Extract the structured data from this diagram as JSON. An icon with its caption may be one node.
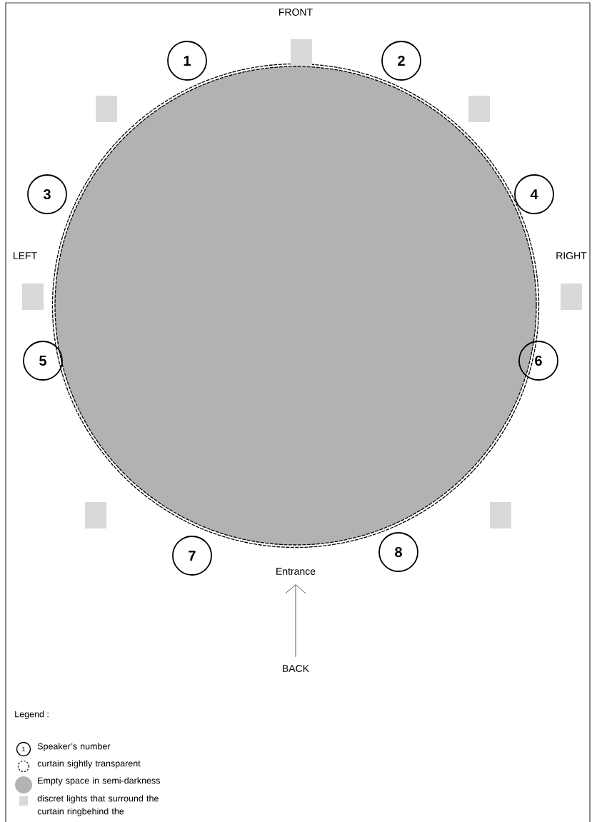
{
  "diagram": {
    "nodes": [
      {
        "text": [
          "1"
        ]
      },
      {
        "text": [
          "2"
        ]
      },
      {
        "text": [
          "3"
        ]
      },
      {
        "text": [
          "4"
        ]
      },
      {
        "text": [
          "5"
        ]
      },
      {
        "text": [
          "6"
        ]
      },
      {
        "text": [
          "7"
        ]
      },
      {
        "text": [
          "8"
        ]
      },
      {
        "text": [
          "Entrance"
        ]
      },
      {
        "text": [
          "BACK"
        ]
      }
    ],
    "edges": [
      {
        "from": 9,
        "to": 8,
        "arrow": "to"
      }
    ],
    "labels": [
      "FRONT",
      "LEFT",
      "RIGHT",
      "Legend :",
      "1"
    ],
    "legend": [
      {
        "text": "Speaker’s number"
      },
      {
        "text": "curtain sightly transparent"
      },
      {
        "text": "Empty space in semi-darkness",
        "color": "#b3b3b3"
      },
      {
        "text": "discret lights that surround the curtain ringbehind the",
        "color": "#d9d9d9"
      }
    ]
  }
}
